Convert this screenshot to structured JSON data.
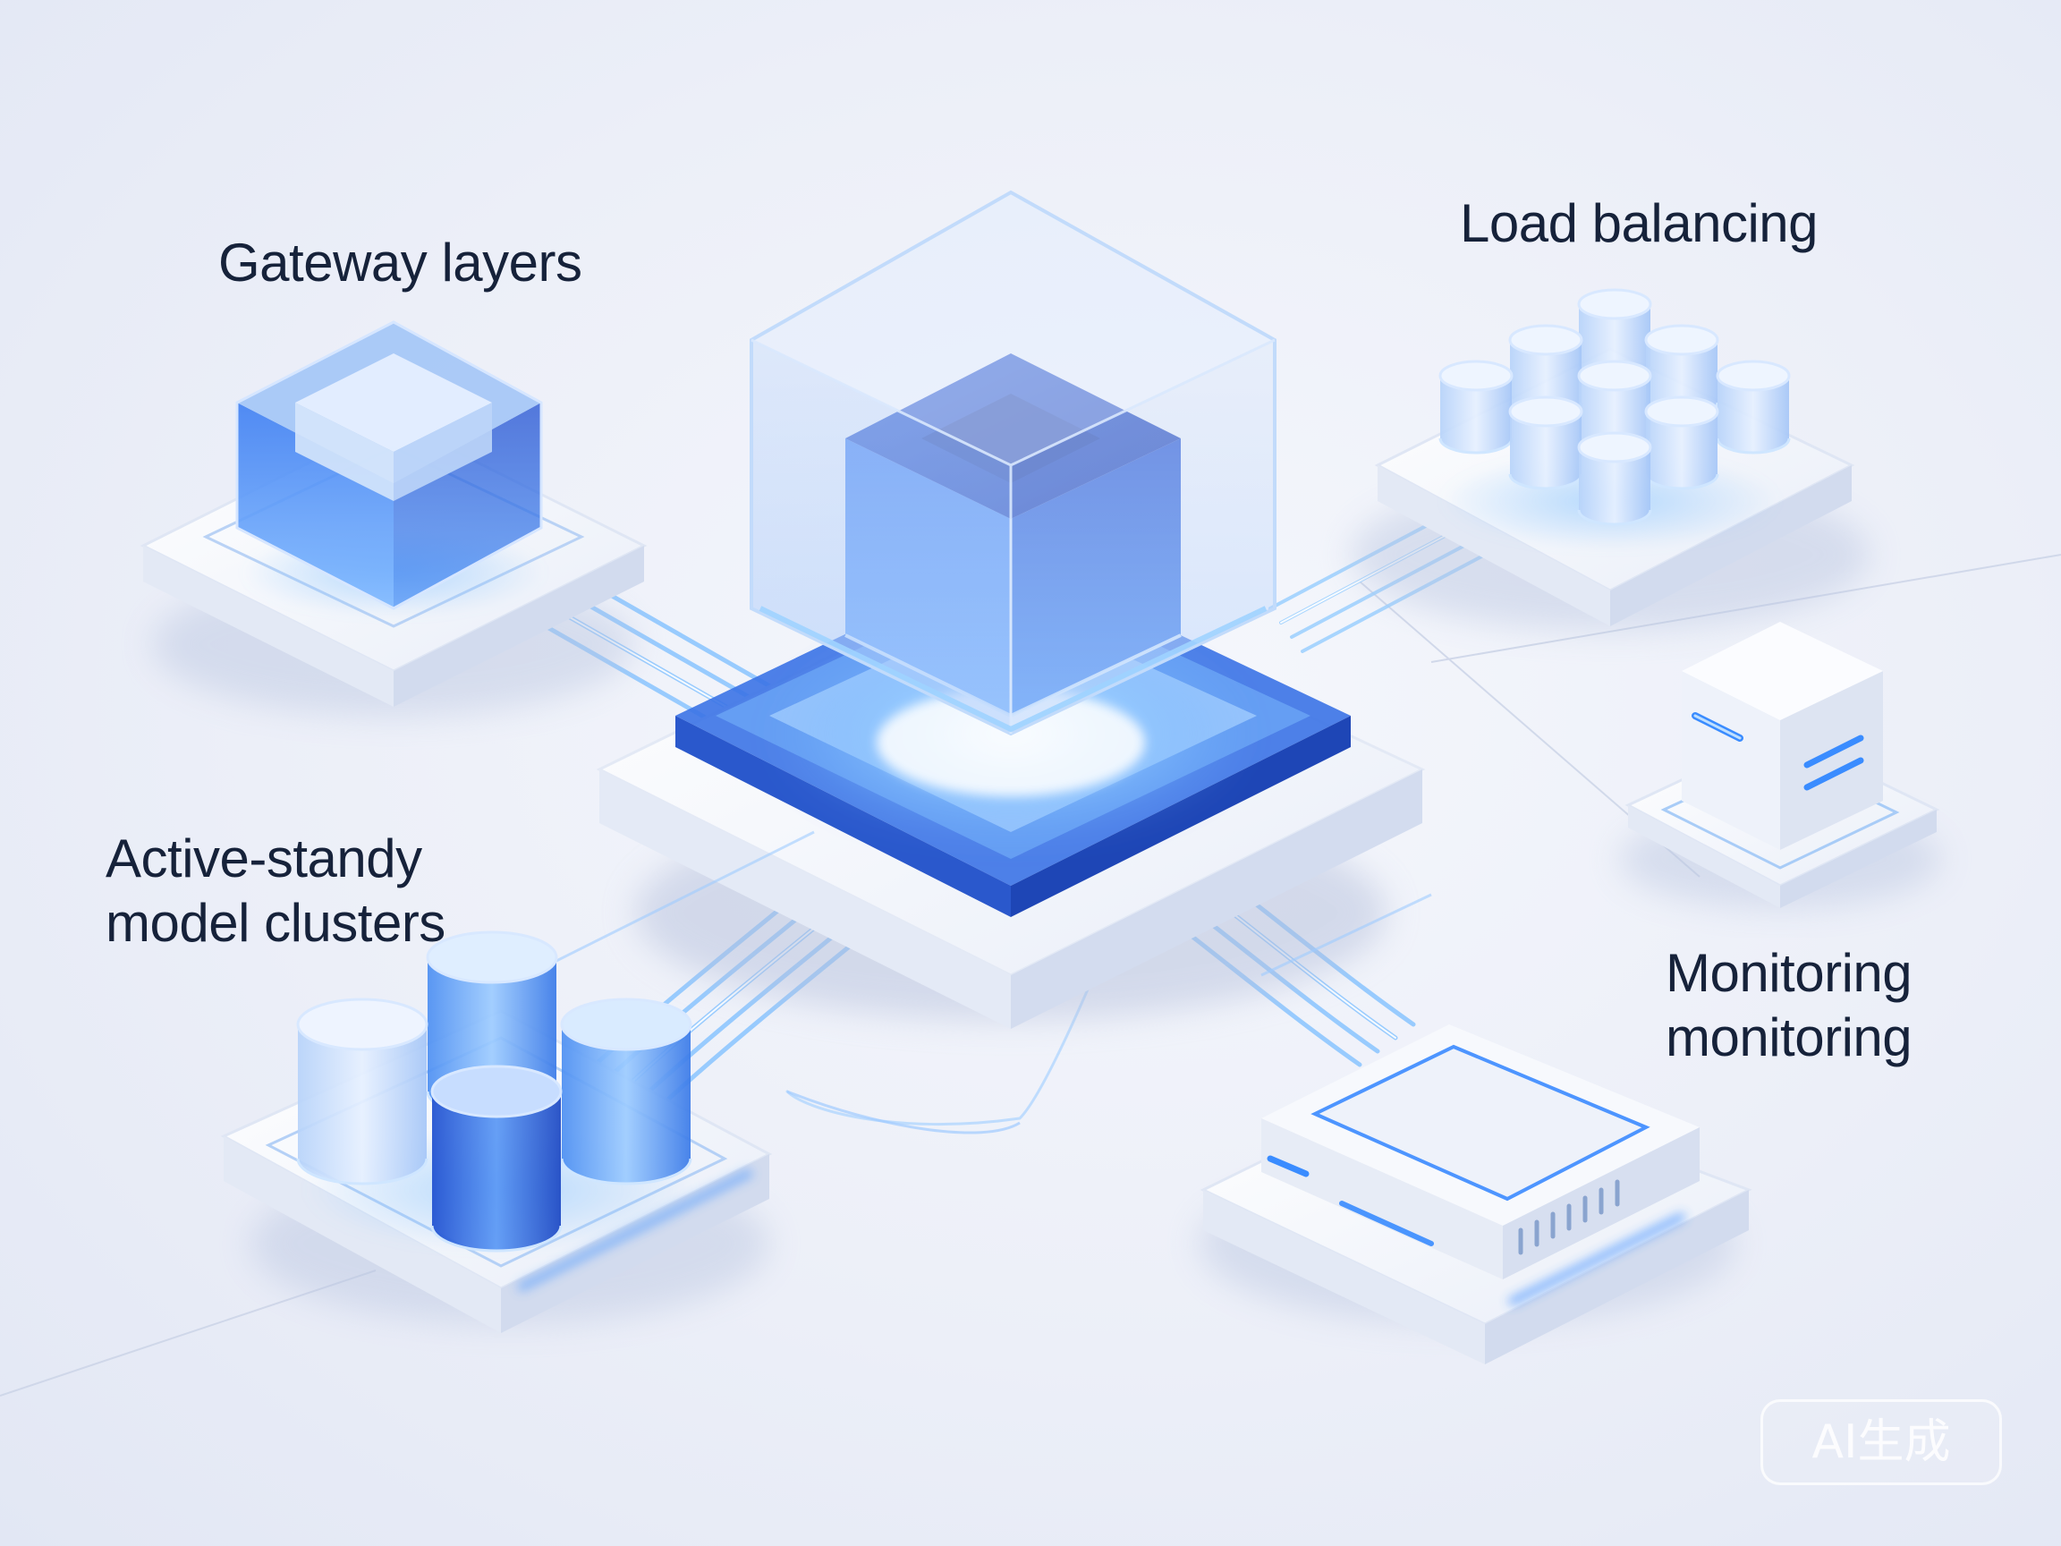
{
  "labels": {
    "gateway": "Gateway layers",
    "load_balancing": "Load balancing",
    "active_standby_line1": "Active-standy",
    "active_standby_line2": "model clusters",
    "monitoring_line1": "Monitoring",
    "monitoring_line2": "monitoring"
  },
  "watermark": "AI生成",
  "colors": {
    "accent_blue": "#2f6ff0",
    "glow_blue": "#8ec5ff",
    "deep_blue": "#1d4fd8",
    "platform_white": "#f7f9fd",
    "text": "#16223a"
  },
  "nodes": [
    {
      "name": "central-hub",
      "icon": "glass-cube-core-icon"
    },
    {
      "name": "gateway-layers",
      "icon": "cube-icon"
    },
    {
      "name": "load-balancing",
      "icon": "cylinder-grid-icon"
    },
    {
      "name": "active-standby-clusters",
      "icon": "database-cylinders-icon"
    },
    {
      "name": "monitoring",
      "icon": "monitor-device-icon"
    },
    {
      "name": "auxiliary-node",
      "icon": "server-box-icon"
    }
  ]
}
